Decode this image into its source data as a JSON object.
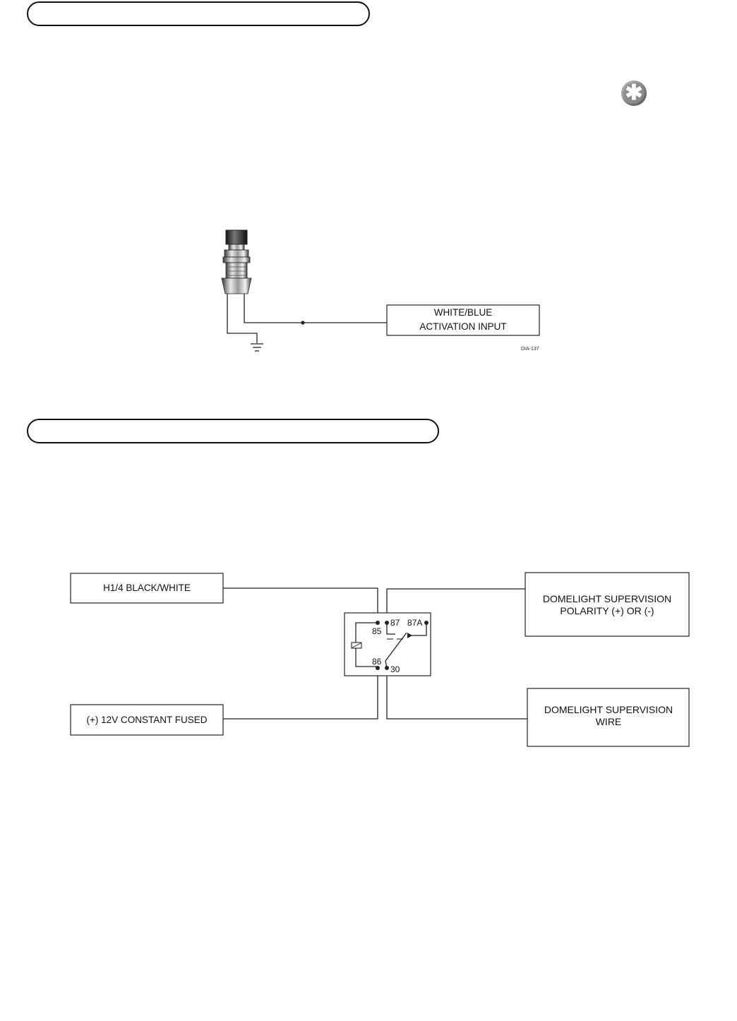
{
  "header": {
    "section_1": "",
    "section_2": ""
  },
  "icons": {
    "note": "asterisk-icon"
  },
  "diagram_1": {
    "input_label_line1": "WHITE/BLUE",
    "input_label_line2": "ACTIVATION INPUT",
    "ref_code": "DIA-137"
  },
  "diagram_2": {
    "box_black_white": "H1/4 BLACK/WHITE",
    "box_12v": "(+) 12V CONSTANT FUSED",
    "box_polarity_line1": "DOMELIGHT SUPERVISION",
    "box_polarity_line2": "POLARITY (+) OR (-)",
    "box_wire_line1": "DOMELIGHT SUPERVISION",
    "box_wire_line2": "WIRE",
    "relay_pins": {
      "p85": "85",
      "p86": "86",
      "p87": "87",
      "p87a": "87A",
      "p30": "30"
    }
  }
}
